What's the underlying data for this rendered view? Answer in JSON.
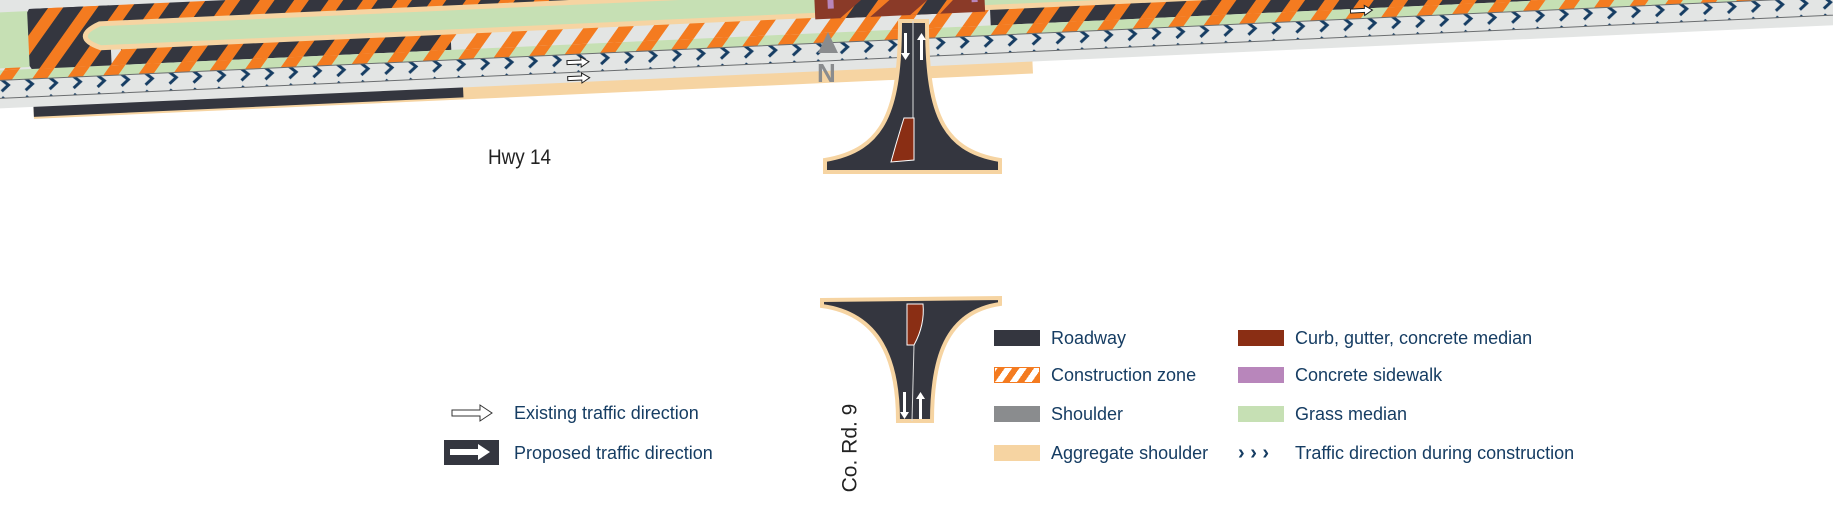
{
  "labels": {
    "highway": "Hwy 14",
    "cross_road": "Co. Rd. 9",
    "north": "N"
  },
  "colors": {
    "roadway": "#34363f",
    "construction": "#f47b20",
    "shoulder": "#8a8c8e",
    "aggregate": "#f6d4a2",
    "curb": "#8a2e14",
    "sidewalk": "#b886bb",
    "grass": "#c6e0b4",
    "chevron": "#163d63",
    "lane": "#e3e5e4"
  },
  "legend": {
    "arrows": [
      {
        "icon": "outline-arrow-icon",
        "label": "Existing traffic direction"
      },
      {
        "icon": "solid-arrow-icon",
        "label": "Proposed traffic direction"
      }
    ],
    "col2": [
      {
        "swatch": "roadway",
        "label": "Roadway"
      },
      {
        "swatch": "construction",
        "label": "Construction zone"
      },
      {
        "swatch": "shoulder",
        "label": "Shoulder"
      },
      {
        "swatch": "aggregate",
        "label": "Aggregate shoulder"
      }
    ],
    "col3": [
      {
        "swatch": "curb",
        "label": "Curb, gutter, concrete median"
      },
      {
        "swatch": "sidewalk",
        "label": "Concrete sidewalk"
      },
      {
        "swatch": "grass",
        "label": "Grass median"
      },
      {
        "swatch": "chevrons",
        "label": "Traffic direction during construction",
        "symbol": "› › ›"
      }
    ]
  }
}
